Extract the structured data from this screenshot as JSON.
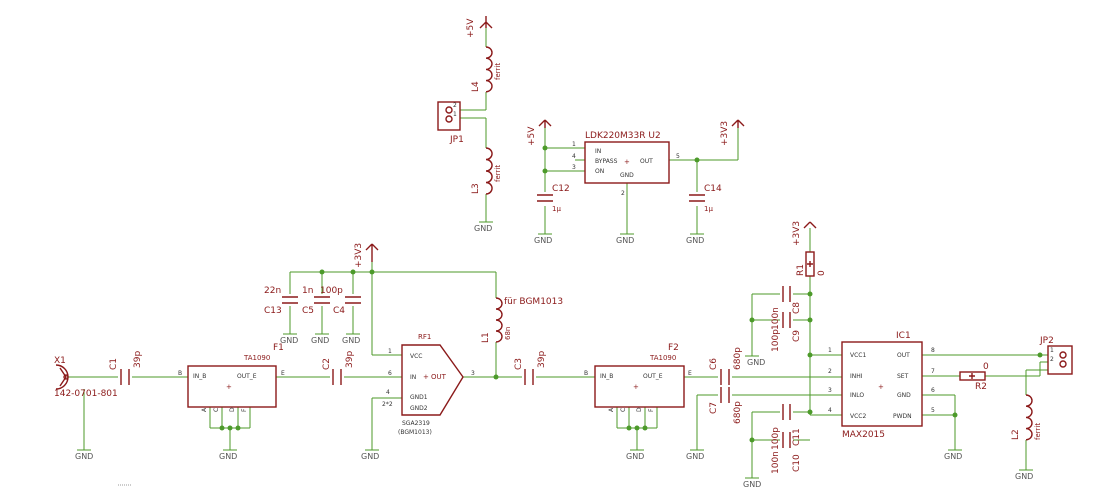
{
  "power": {
    "p5v": "+5V",
    "p3v3": "+3V3",
    "gnd": "GND"
  },
  "parts": {
    "jp1": "JP1",
    "jp2": "JP2",
    "x1": "X1",
    "x1_val": "142-0701-801",
    "l1": "L1",
    "l1_val": "68n",
    "l1_note": "für BGM1013",
    "l2": "L2",
    "l3": "L3",
    "l4": "L4",
    "ferrit": "ferrit",
    "c1": "C1",
    "c1_val": "39p",
    "c2": "C2",
    "c2_val": "39p",
    "c3": "C3",
    "c3_val": "39p",
    "c4": "C4",
    "c4_val": "100p",
    "c5": "C5",
    "c5_val": "1n",
    "c13": "C13",
    "c13_val": "22n",
    "c6": "C6",
    "c6_val": "680p",
    "c7": "C7",
    "c7_val": "680p",
    "c8": "C8",
    "c8_val": "100n",
    "c9": "C9",
    "c9_val": "100p",
    "c10": "C10",
    "c10_val": "100n",
    "c11": "C11",
    "c11_val": "100p",
    "c12": "C12",
    "c12_val": "1µ",
    "c14": "C14",
    "c14_val": "1µ",
    "f1": "F1",
    "f1_val": "TA1090",
    "f2": "F2",
    "f2_val": "TA1090",
    "rf1": "RF1",
    "rf1_val": "SGA2319",
    "rf1_alt": "(BGM1013)",
    "u2": "LDK220M33R U2",
    "ic1": "IC1",
    "ic1_val": "MAX2015",
    "r1": "R1",
    "r1_val": "0",
    "r2": "R2",
    "r2_val": "0"
  },
  "pins": {
    "in_b": "IN_B",
    "out_e": "OUT_E",
    "e": "E",
    "b": "B",
    "a": "A",
    "c": "C",
    "d": "D",
    "f": "F",
    "vcc": "VCC",
    "in": "IN",
    "out": "OUT",
    "gnd1": "GND1",
    "gnd2": "GND2",
    "two_x2": "2*2",
    "ldo_in": "IN",
    "ldo_bypass": "BYPASS",
    "ldo_on": "ON",
    "ldo_gnd": "GND",
    "ldo_out": "OUT",
    "vcc1": "VCC1",
    "inhi": "INHI",
    "inlo": "INLO",
    "vcc2": "VCC2",
    "ic_out": "OUT",
    "set": "SET",
    "ic_gnd": "GND",
    "pwdn": "PWDN",
    "n1": "1",
    "n2": "2",
    "n3": "3",
    "n4": "4",
    "n5": "5",
    "n6": "6",
    "n7": "7",
    "n8": "8"
  }
}
